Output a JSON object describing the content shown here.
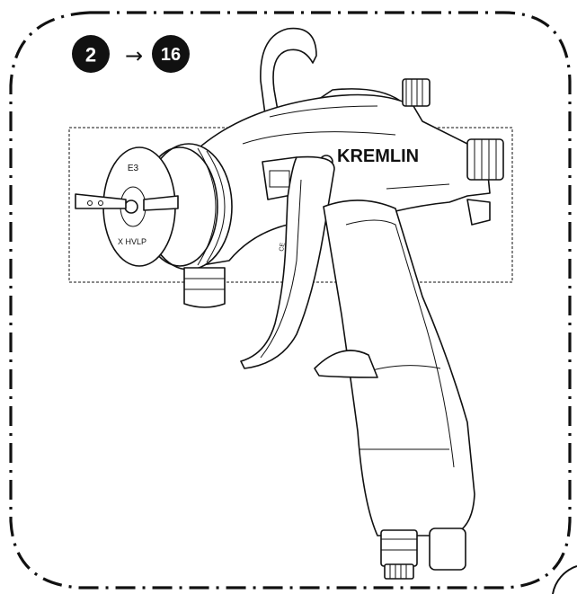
{
  "steps": {
    "from": "2",
    "to": "16",
    "arrow": "→"
  },
  "gun": {
    "brand": "KREMLIN",
    "cap_code": "E3",
    "cap_label": "X HVLP"
  },
  "colors": {
    "ink": "#111111",
    "badge": "#111111",
    "paper": "#ffffff"
  }
}
